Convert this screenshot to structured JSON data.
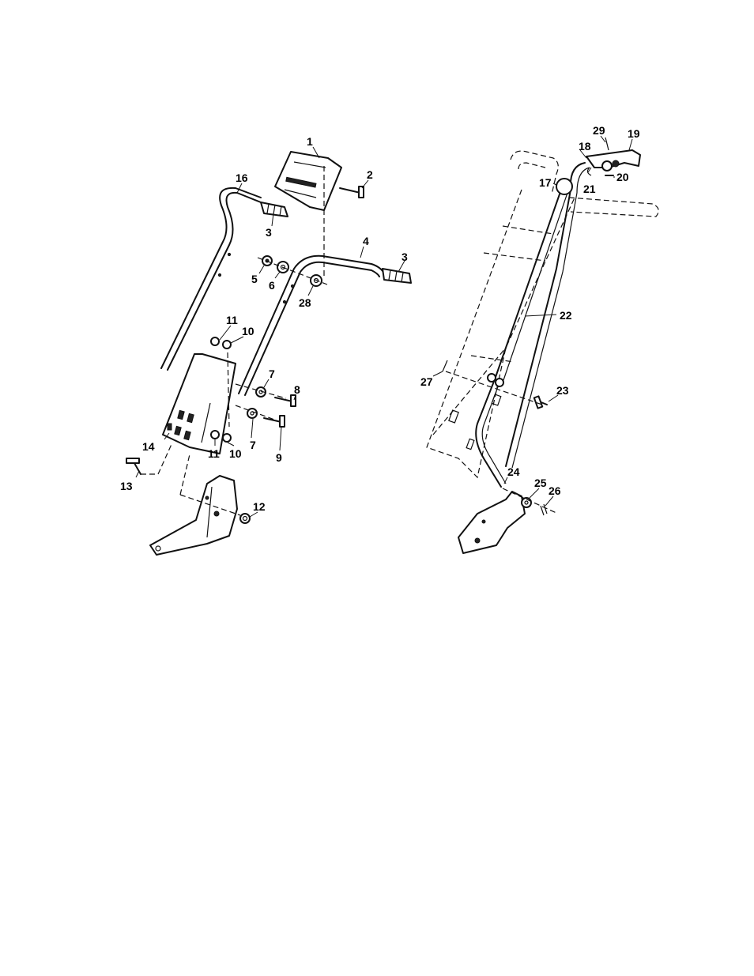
{
  "callouts": {
    "c1": "1",
    "c2": "2",
    "c3a": "3",
    "c3b": "3",
    "c4": "4",
    "c5": "5",
    "c6": "6",
    "c7a": "7",
    "c7b": "7",
    "c8": "8",
    "c9": "9",
    "c10a": "10",
    "c10b": "10",
    "c11a": "11",
    "c11b": "11",
    "c12": "12",
    "c13": "13",
    "c14": "14",
    "c16": "16",
    "c28": "28",
    "c17": "17",
    "c18": "18",
    "c19": "19",
    "c20": "20",
    "c21": "21",
    "c22": "22",
    "c23": "23",
    "c24": "24",
    "c25": "25",
    "c26": "26",
    "c27": "27",
    "c29": "29"
  }
}
